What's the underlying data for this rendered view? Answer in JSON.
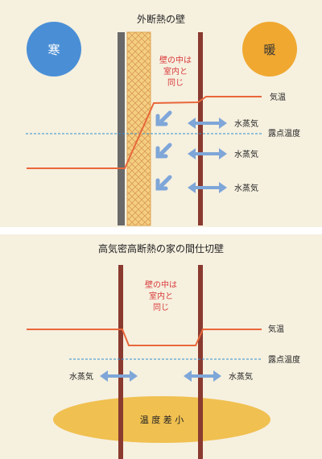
{
  "top_panel": {
    "title": "外断熱の壁",
    "cold_label": "寒",
    "warm_label": "暖",
    "inside_wall_note": [
      "壁の中は",
      "室内と",
      "同じ"
    ],
    "air_temp_label": "気温",
    "vapor_labels": [
      "水蒸気",
      "水蒸気",
      "水蒸気"
    ],
    "dew_point_label": "露点温度"
  },
  "bottom_panel": {
    "title": "高気密高断熱の家の間仕切壁",
    "inside_wall_note": [
      "壁の中は",
      "室内と",
      "同じ"
    ],
    "air_temp_label": "気温",
    "dew_point_label": "露点温度",
    "vapor_left_label": "水蒸気",
    "vapor_right_label": "水蒸気",
    "temp_diff_label": "温 度 差 小"
  },
  "colors": {
    "background": "#f6f0df",
    "cold": "#4a8fd6",
    "warm": "#f0a830",
    "temperature_line": "#e8673a",
    "vapor_arrow": "#7ea6d8",
    "wall": "#8a3a2f",
    "outer_wall": "#6a6a6a",
    "insulation": "#f5cf80",
    "dew_line": "#2f8fcf",
    "accent_text": "#d83a3a",
    "temp_diff_ellipse": "#f0c050"
  }
}
